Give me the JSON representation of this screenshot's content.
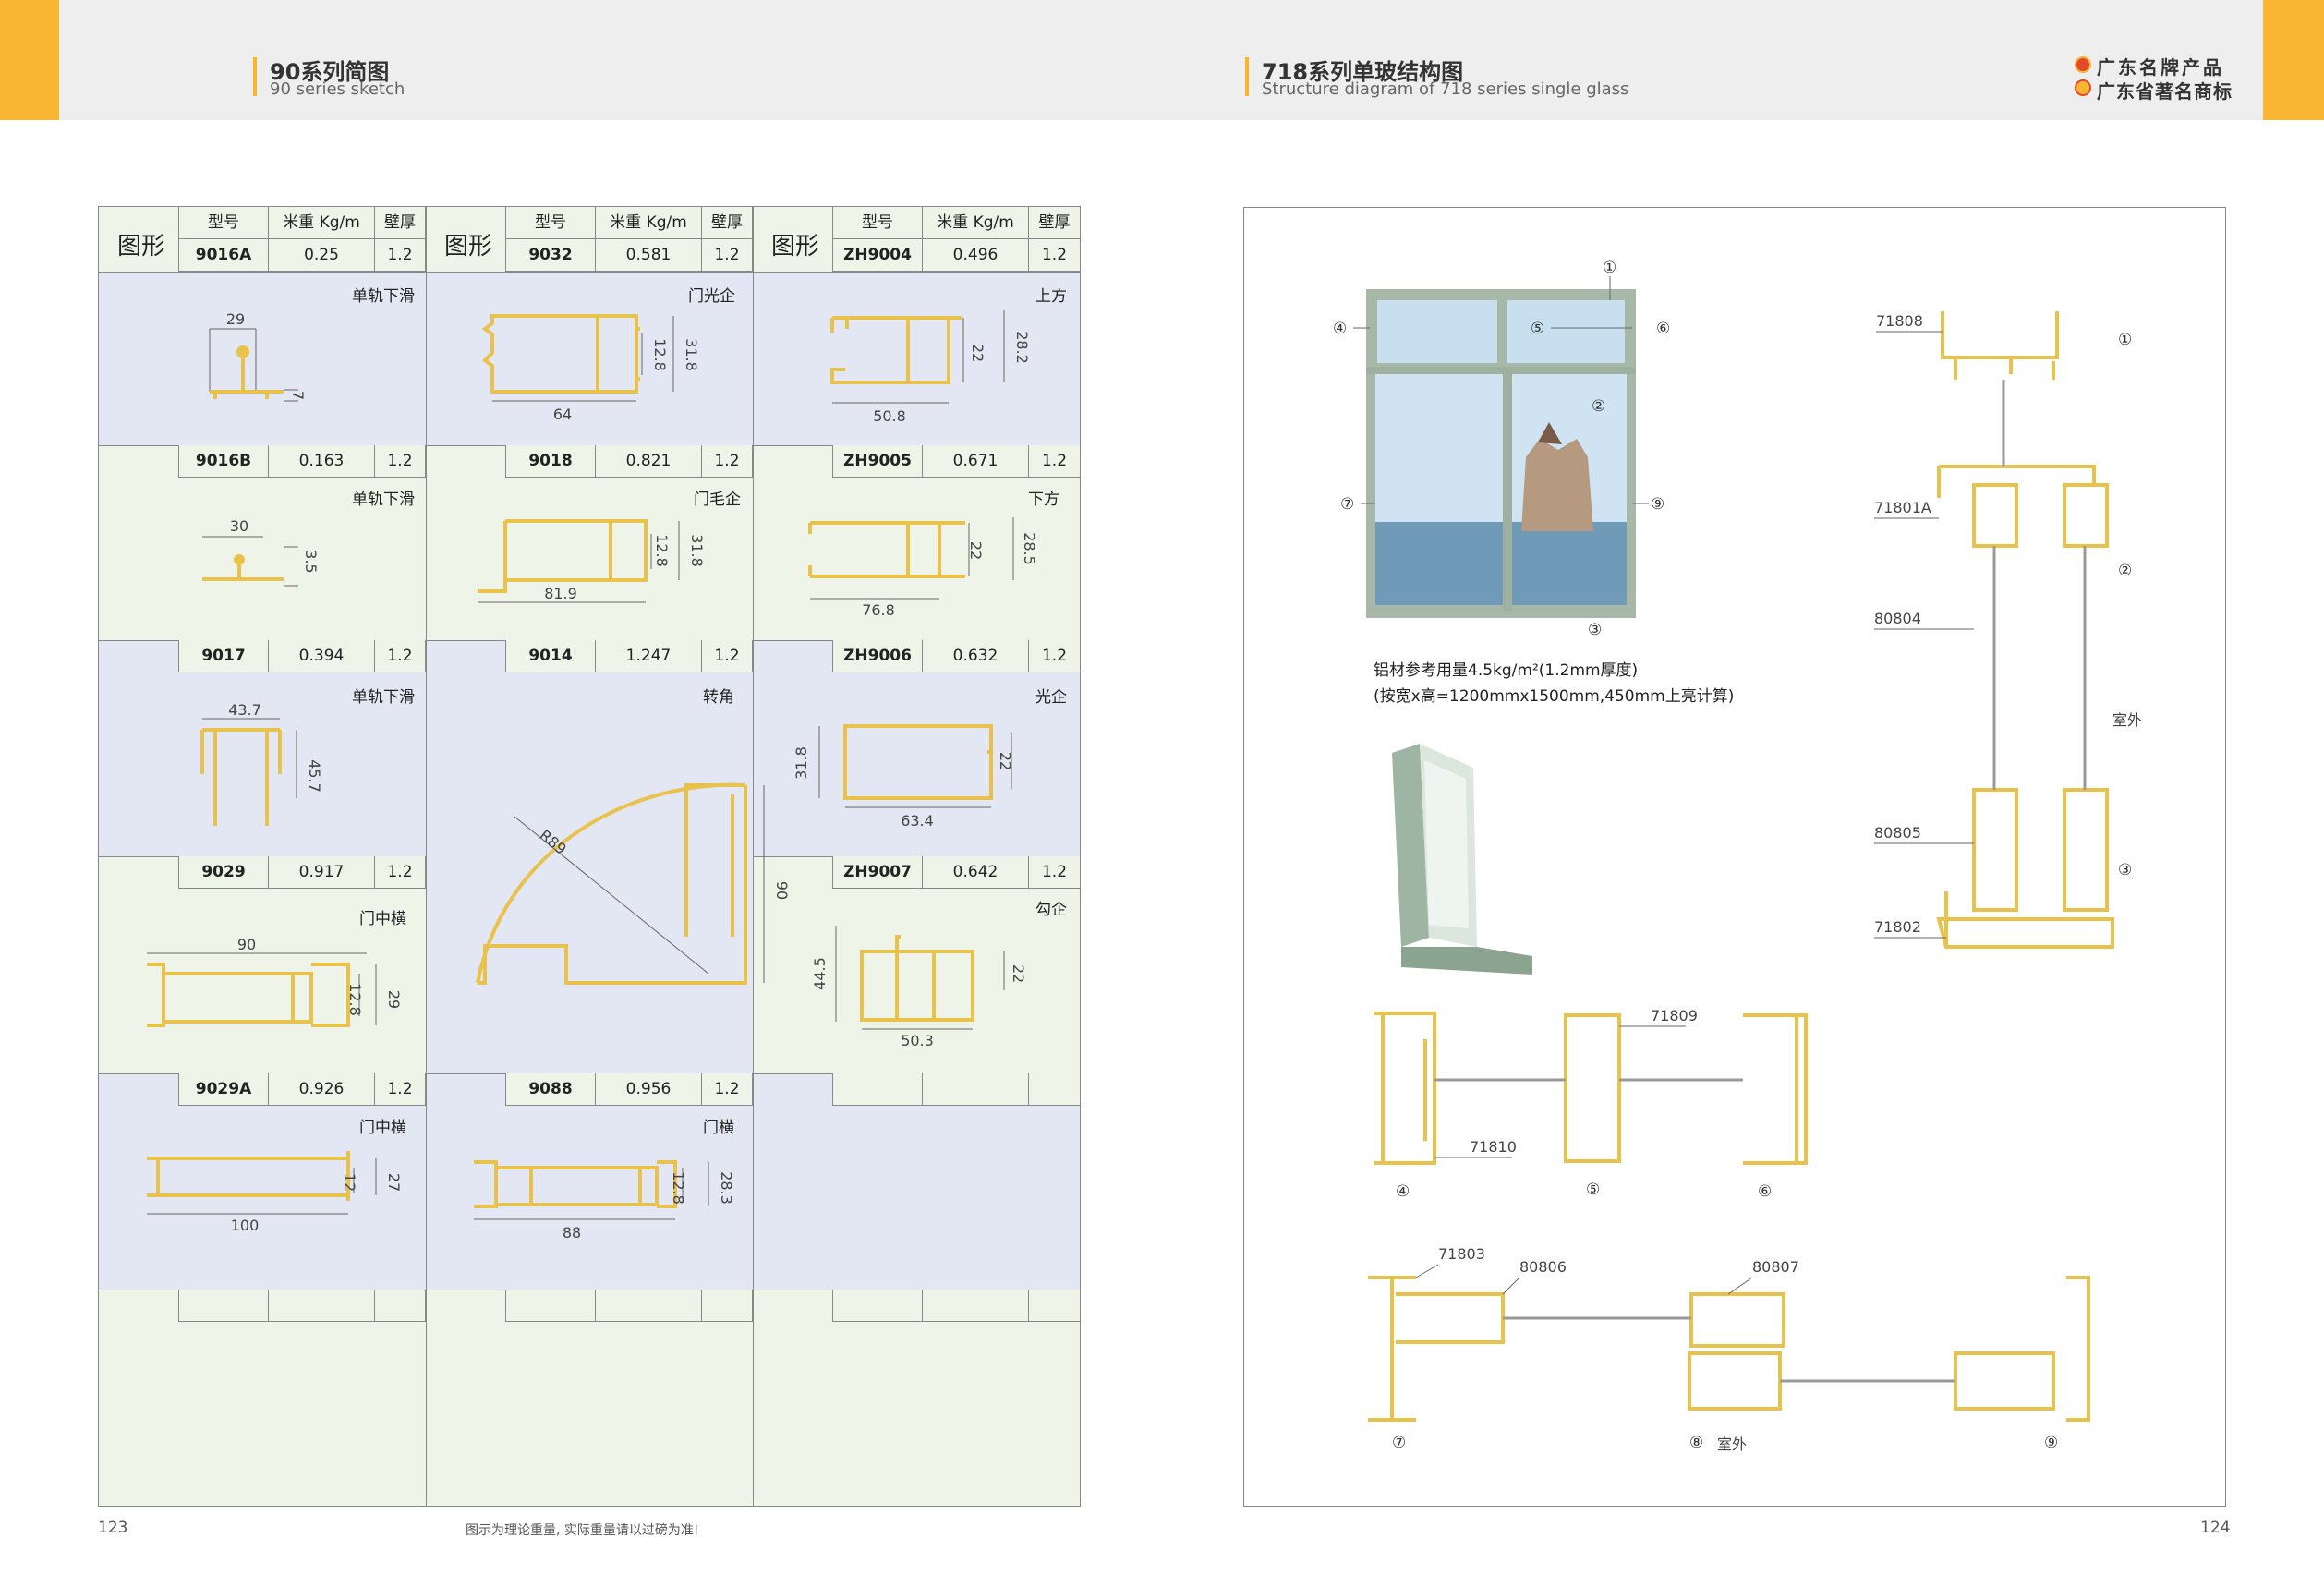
{
  "header": {
    "left_title": "90系列简图",
    "left_sub": "90 series sketch",
    "right_title": "718系列单玻结构图",
    "right_sub": "Structure diagram of 718 series single glass",
    "brand1": "广东名牌产品",
    "brand2": "广东省著名商标"
  },
  "table": {
    "shape_label": "图形",
    "col_model": "型号",
    "col_weight": "米重 Kg/m",
    "col_thick": "壁厚",
    "cells": [
      {
        "model": "9016A",
        "weight": "0.25",
        "thick": "1.2",
        "name": "单轨下滑",
        "dims": [
          "29",
          "7"
        ]
      },
      {
        "model": "9032",
        "weight": "0.581",
        "thick": "1.2",
        "name": "门光企",
        "dims": [
          "64",
          "12.8",
          "31.8"
        ]
      },
      {
        "model": "ZH9004",
        "weight": "0.496",
        "thick": "1.2",
        "name": "上方",
        "dims": [
          "50.8",
          "22",
          "28.2"
        ]
      },
      {
        "model": "9016B",
        "weight": "0.163",
        "thick": "1.2",
        "name": "单轨下滑",
        "dims": [
          "30",
          "3.5"
        ]
      },
      {
        "model": "9018",
        "weight": "0.821",
        "thick": "1.2",
        "name": "门毛企",
        "dims": [
          "81.9",
          "12.8",
          "31.8"
        ]
      },
      {
        "model": "ZH9005",
        "weight": "0.671",
        "thick": "1.2",
        "name": "下方",
        "dims": [
          "76.8",
          "22",
          "28.5"
        ]
      },
      {
        "model": "9017",
        "weight": "0.394",
        "thick": "1.2",
        "name": "单轨下滑",
        "dims": [
          "43.7",
          "45.7"
        ]
      },
      {
        "model": "9014",
        "weight": "1.247",
        "thick": "1.2",
        "name": "转角",
        "dims": [
          "R89",
          "90"
        ]
      },
      {
        "model": "ZH9006",
        "weight": "0.632",
        "thick": "1.2",
        "name": "光企",
        "dims": [
          "31.8",
          "22",
          "63.4"
        ]
      },
      {
        "model": "9029",
        "weight": "0.917",
        "thick": "1.2",
        "name": "门中横",
        "dims": [
          "90",
          "12.8",
          "29"
        ]
      },
      {
        "model": "ZH9007",
        "weight": "0.642",
        "thick": "1.2",
        "name": "勾企",
        "dims": [
          "44.5",
          "22",
          "50.3"
        ]
      },
      {
        "model": "9029A",
        "weight": "0.926",
        "thick": "1.2",
        "name": "门中横",
        "dims": [
          "100",
          "12",
          "27"
        ]
      },
      {
        "model": "9088",
        "weight": "0.956",
        "thick": "1.2",
        "name": "门横",
        "dims": [
          "88",
          "12.8",
          "28.3"
        ]
      }
    ]
  },
  "right": {
    "note1": "铝材参考用量4.5kg/m²(1.2mm厚度)",
    "note2": "(按宽x高=1200mmx1500mm,450mm上亮计算)",
    "circles": [
      "①",
      "②",
      "③",
      "④",
      "⑤",
      "⑥",
      "⑦",
      "⑧",
      "⑨"
    ],
    "codes": [
      "71808",
      "71801A",
      "80804",
      "80805",
      "71802",
      "71809",
      "71810",
      "71803",
      "80806",
      "80807"
    ],
    "outside": "室外"
  },
  "footer": {
    "page_left": "123",
    "page_right": "124",
    "disclaimer": "图示为理论重量, 实际重量请以过磅为准!"
  },
  "colors": {
    "accent": "#f7b531",
    "profile": "#e8c24a",
    "blue_cell": "#e3e6f3",
    "green_cell": "#eef5e8"
  }
}
